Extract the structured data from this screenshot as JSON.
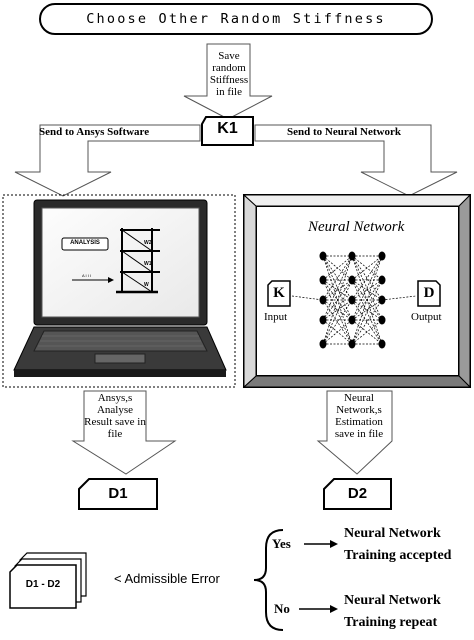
{
  "title": "Choose Other Random Stiffness",
  "save_random": [
    "Save",
    "random",
    "Stiffness",
    "in file"
  ],
  "k1": "K1",
  "send_ansys": "Send to Ansys Software",
  "send_nn": "Send to Neural Network",
  "laptop": {
    "analysis": "ANALYSIS",
    "arrow_label": "A I I I",
    "floor_labels": [
      "W2",
      "W1",
      "W"
    ]
  },
  "nn": {
    "title": "Neural Network",
    "input_letter": "K",
    "input_label": "Input",
    "output_letter": "D",
    "output_label": "Output"
  },
  "ansys_result": [
    "Ansys,s",
    "Analyse",
    "Result save in",
    "file"
  ],
  "nn_result": [
    "Neural",
    "Network,s",
    "Estimation",
    "save in file"
  ],
  "d1": "D1",
  "d2": "D2",
  "compare": {
    "files": "D1 - D2",
    "condition": "< Admissible Error"
  },
  "yes": {
    "label": "Yes",
    "line1": "Neural Network",
    "line2": "Training accepted"
  },
  "no": {
    "label": "No",
    "line1": "Neural Network",
    "line2": "Training repeat"
  }
}
